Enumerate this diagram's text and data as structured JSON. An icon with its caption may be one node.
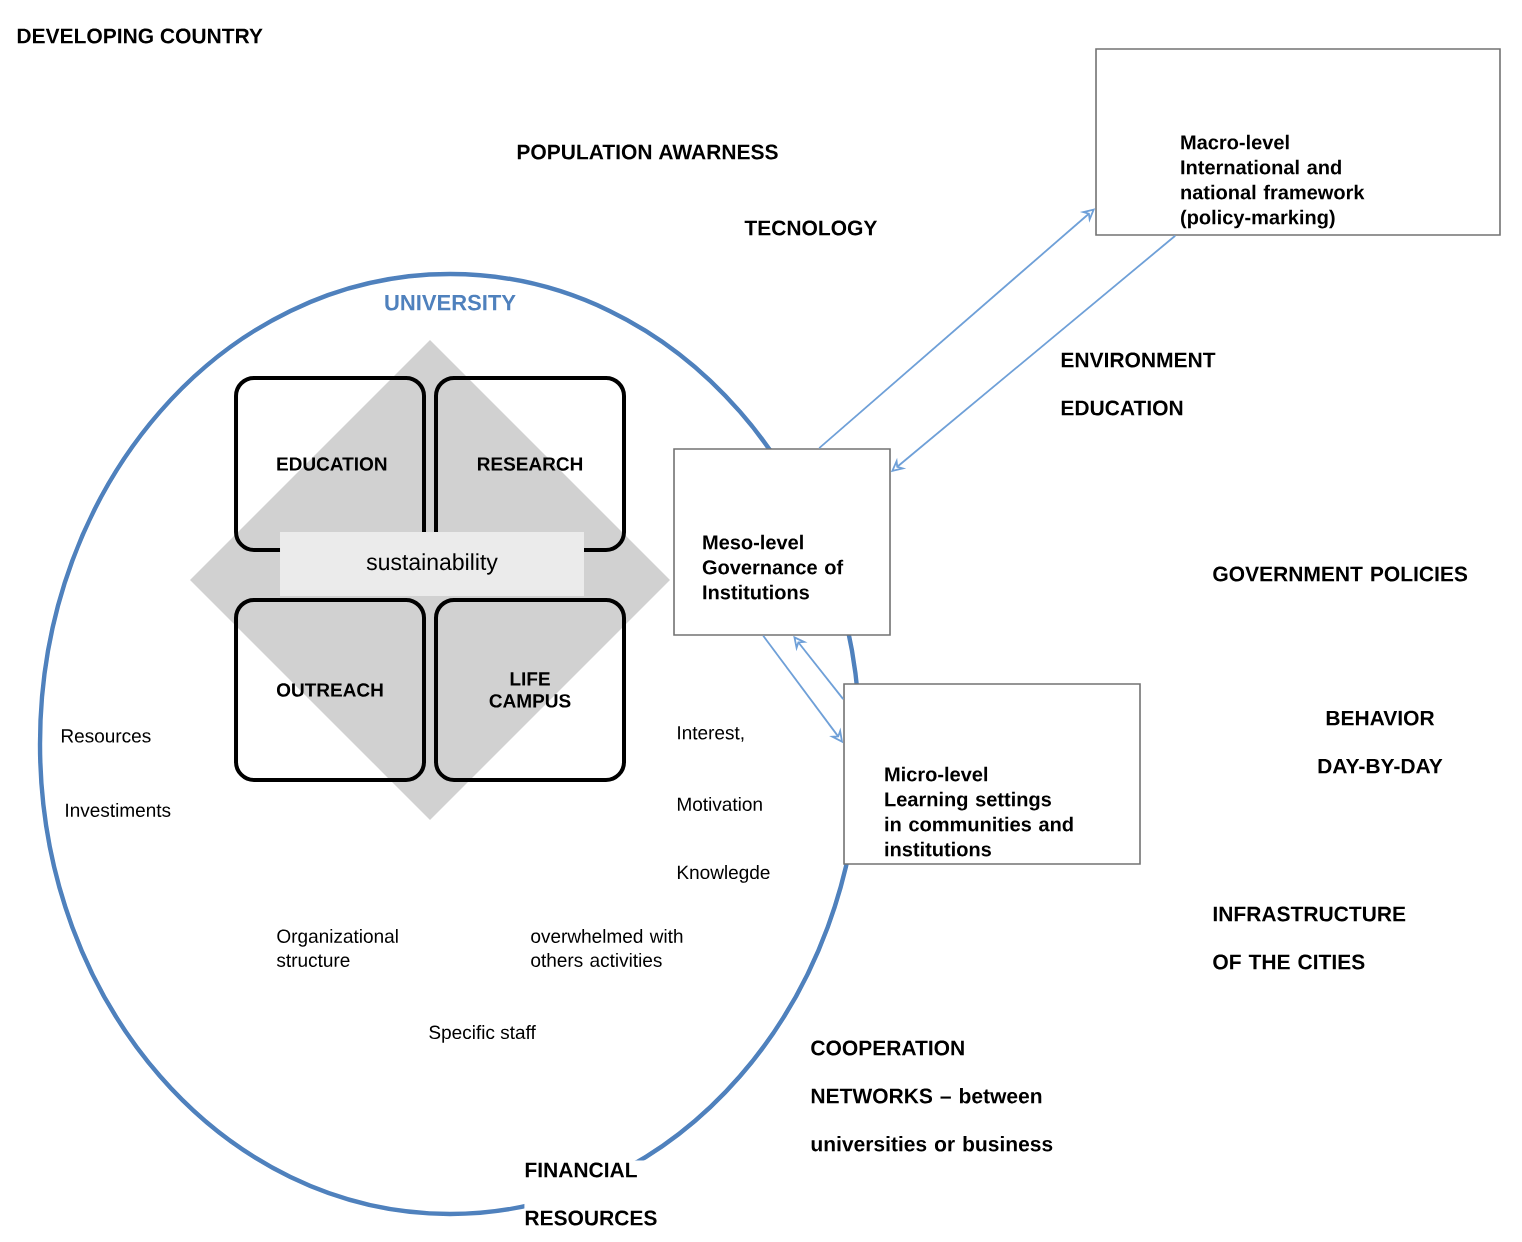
{
  "diagram": {
    "nodes": [
      {
        "text": [
          "UNIVERSITY"
        ]
      },
      {
        "text": [
          "EDUCATION"
        ],
        "in": 0
      },
      {
        "text": [
          "RESEARCH"
        ],
        "in": 0
      },
      {
        "text": [
          "OUTREACH"
        ],
        "in": 0
      },
      {
        "text": [
          "LIFE CAMPUS"
        ],
        "in": 0
      },
      {
        "text": [
          "sustainability"
        ],
        "in": 0
      },
      {
        "text": [
          "Meso-level Governance of Institutions"
        ]
      },
      {
        "text": [
          "Macro-level International and national framework (policy-marking)"
        ]
      },
      {
        "text": [
          "Micro-level Learning settings in communities and institutions"
        ]
      }
    ],
    "edges": [
      {
        "from": 6,
        "to": 7,
        "arrow": "to"
      },
      {
        "from": 7,
        "to": 6,
        "arrow": "to"
      },
      {
        "from": 6,
        "to": 8,
        "arrow": "to"
      },
      {
        "from": 8,
        "to": 6,
        "arrow": "to"
      }
    ],
    "labels": [
      "DEVELOPING COUNTRY",
      "POPULATION AWARNESS",
      "TECNOLOGY",
      "ENVIRONMENT EDUCATION",
      "GOVERNMENT POLICIES",
      "Resources",
      "Interest,",
      "BEHAVIOR DAY-BY-DAY",
      "Investiments",
      "Motivation",
      "Knowlegde",
      "Organizational structure",
      "overwhelmed with others activities",
      "INFRASTRUCTURE OF THE CITIES",
      "Specific staff",
      "COOPERATION NETWORKS – between universities or business",
      "FINANCIAL RESOURCES"
    ]
  }
}
